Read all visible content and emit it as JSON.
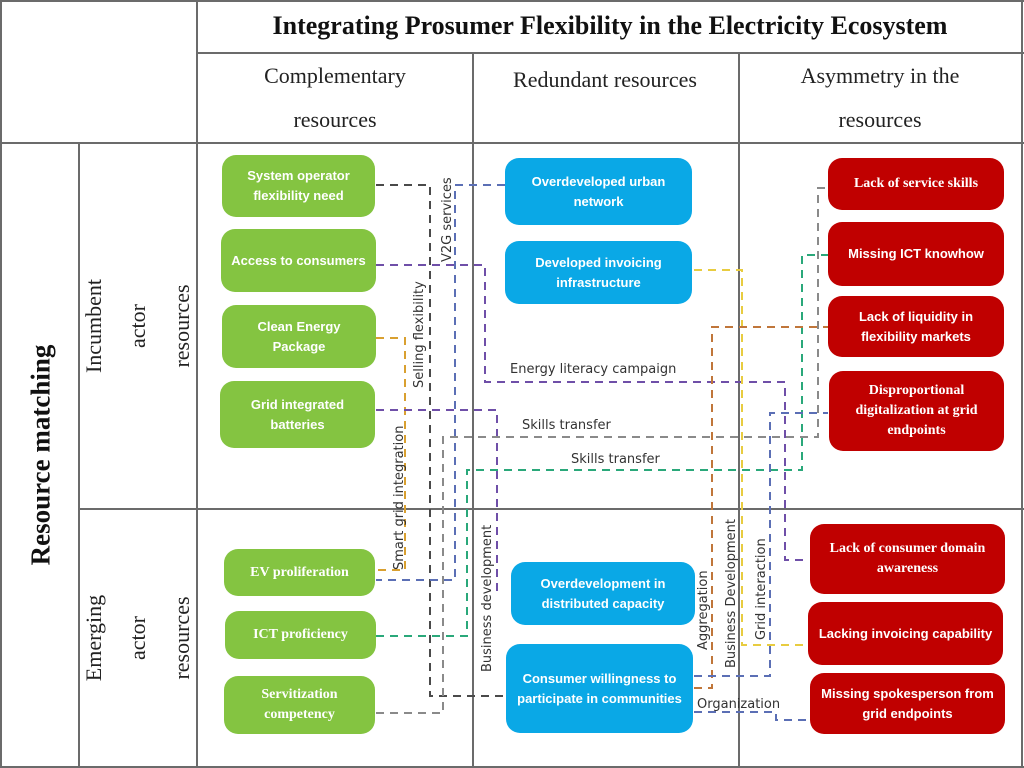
{
  "title": "Integrating Prosumer Flexibility in the Electricity Ecosystem",
  "columns": [
    {
      "label": "Complementary resources"
    },
    {
      "label": "Redundant resources"
    },
    {
      "label": "Asymmetry in the resources"
    }
  ],
  "row_group_label": "Resource matching",
  "rows": [
    {
      "label": "Incumbent actor resources"
    },
    {
      "label": "Emerging actor resources"
    }
  ],
  "complementary_incumbent": [
    "System operator flexibility need",
    "Access to consumers",
    "Clean Energy Package",
    "Grid integrated batteries"
  ],
  "complementary_emerging": [
    "EV proliferation",
    "ICT proficiency",
    "Servitization competency"
  ],
  "redundant_incumbent": [
    "Overdeveloped urban network",
    "Developed invoicing infrastructure"
  ],
  "redundant_emerging": [
    "Overdevelopment in distributed capacity",
    "Consumer willingness to participate in communities"
  ],
  "asymmetry_incumbent": [
    "Lack of service skills",
    "Missing ICT knowhow",
    "Lack of liquidity in flexibility markets",
    "Disproportional digitalization at grid endpoints"
  ],
  "asymmetry_emerging": [
    "Lack of consumer domain awareness",
    "Lacking invoicing capability",
    "Missing spokesperson from grid endpoints"
  ],
  "link_labels": {
    "v2g": "V2G services",
    "selling": "Selling flexibility",
    "smart_grid": "Smart grid integration",
    "energy_literacy": "Energy literacy campaign",
    "skills1": "Skills transfer",
    "skills2": "Skills transfer",
    "business_dev_left": "Business development",
    "aggregation": "Aggregation",
    "business_dev_right": "Business Development",
    "grid_interaction": "Grid interaction",
    "organization": "Organization"
  },
  "colors": {
    "complementary": "#84c441",
    "redundant": "#0aa8e6",
    "asymmetry": "#c00000",
    "link_darkgray": "#4a4a4a",
    "link_gray": "#8a8a8a",
    "link_blue": "#5b6fb5",
    "link_purple": "#6f4fa8",
    "link_orange": "#d9a030",
    "link_brown": "#c0763a",
    "link_yellow": "#e8cc40",
    "link_green": "#2aa87a"
  }
}
